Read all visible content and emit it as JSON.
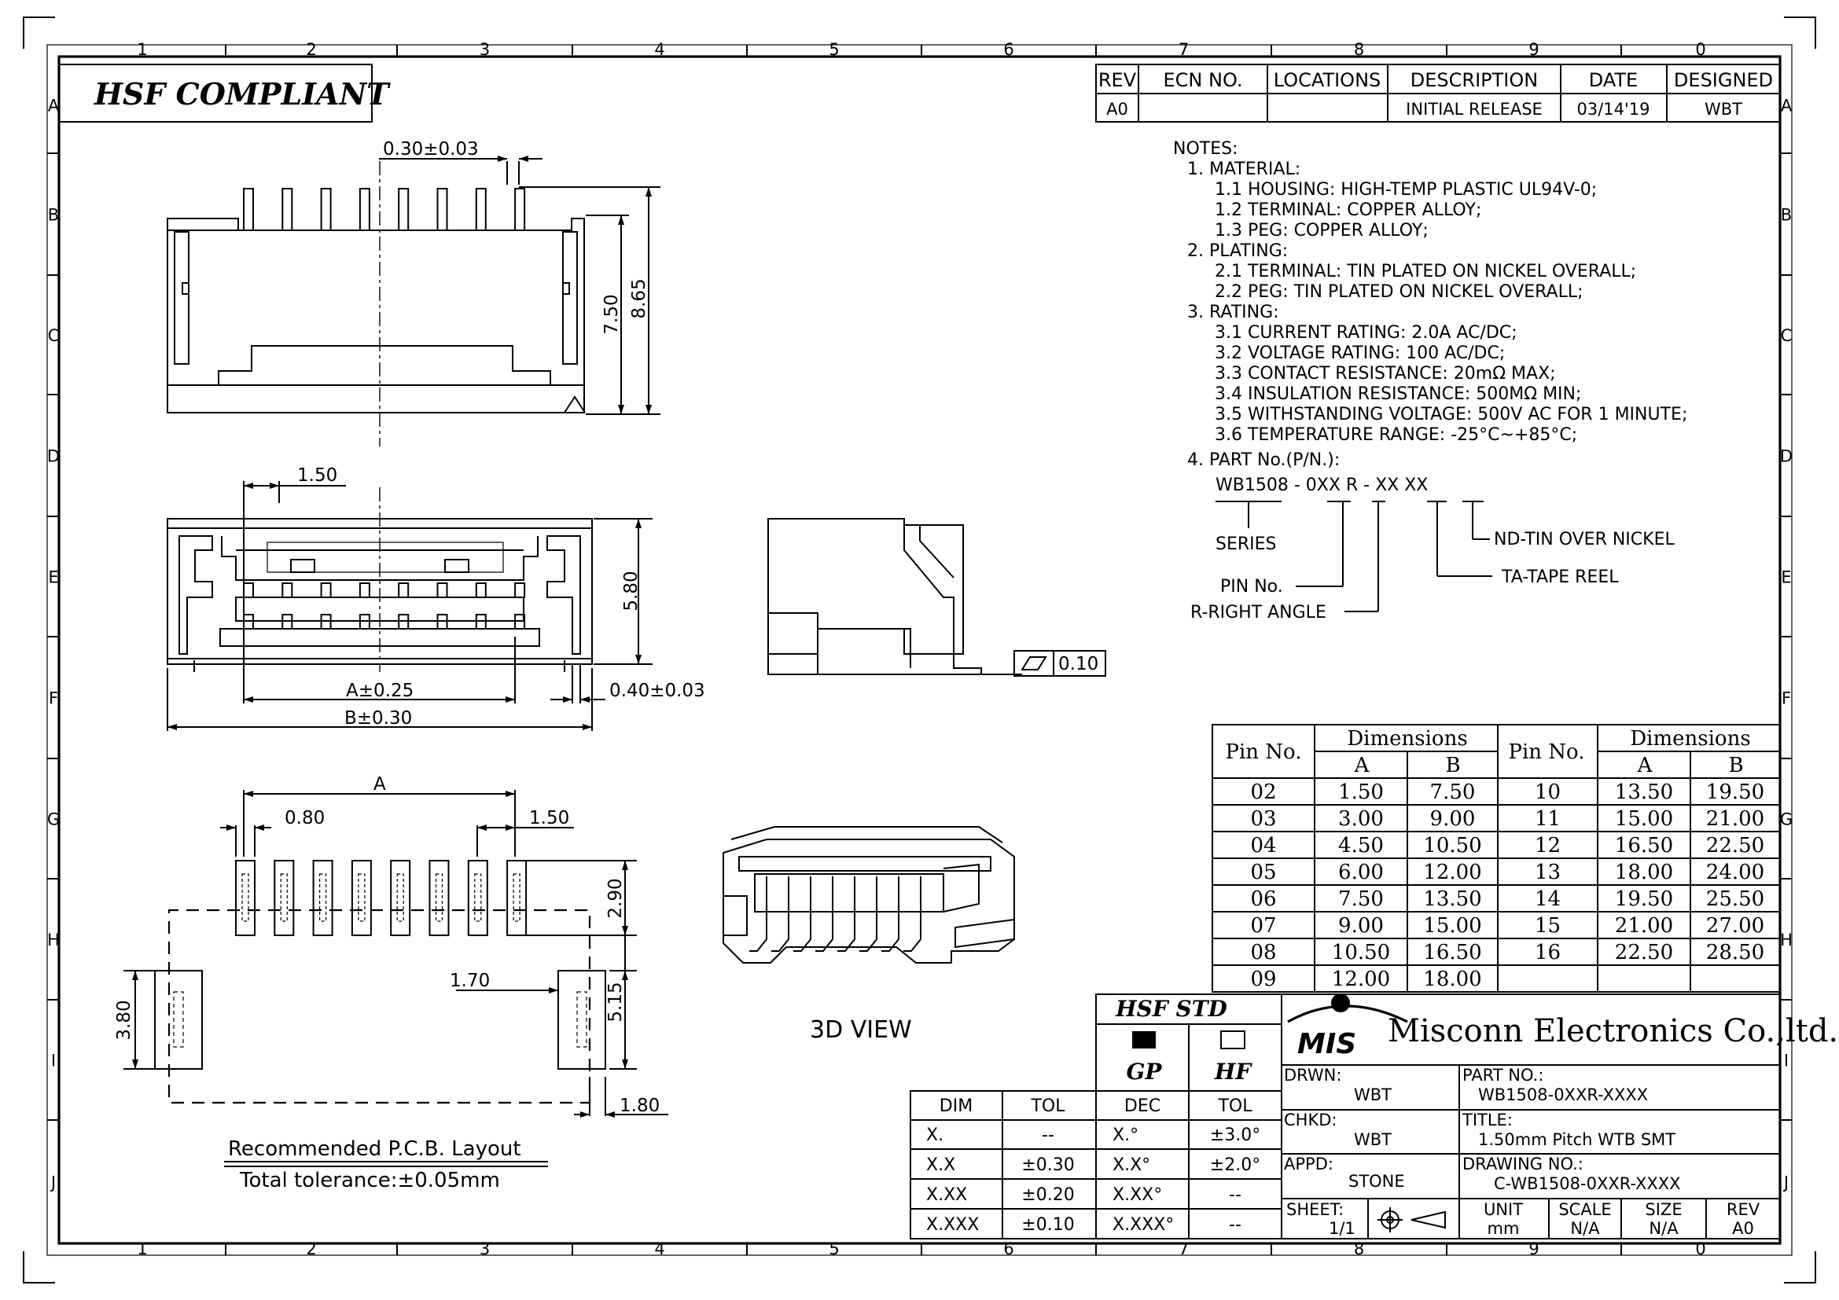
{
  "compliance_banner": "HSF COMPLIANT",
  "grid": {
    "columns": [
      "1",
      "2",
      "3",
      "4",
      "5",
      "6",
      "7",
      "8",
      "9",
      "0"
    ],
    "rows": [
      "A",
      "B",
      "C",
      "D",
      "E",
      "F",
      "G",
      "H",
      "I",
      "J"
    ]
  },
  "revision_table": {
    "headers": [
      "REV",
      "ECN NO.",
      "LOCATIONS",
      "DESCRIPTION",
      "DATE",
      "DESIGNED"
    ],
    "row": [
      "A0",
      "",
      "",
      "INITIAL RELEASE",
      "03/14'19",
      "WBT"
    ]
  },
  "notes": [
    "NOTES:",
    "1. MATERIAL:",
    "1.1 HOUSING: HIGH-TEMP PLASTIC UL94V-0;",
    "1.2 TERMINAL: COPPER ALLOY;",
    "1.3 PEG: COPPER ALLOY;",
    "2. PLATING:",
    "2.1 TERMINAL: TIN PLATED ON NICKEL OVERALL;",
    "2.2 PEG: TIN PLATED ON NICKEL OVERALL;",
    "3. RATING:",
    "3.1 CURRENT RATING: 2.0A AC/DC;",
    "3.2 VOLTAGE RATING: 100 AC/DC;",
    "3.3 CONTACT RESISTANCE: 20mΩ MAX;",
    "3.4 INSULATION RESISTANCE: 500MΩ MIN;",
    "3.5 WITHSTANDING VOLTAGE: 500V AC FOR 1 MINUTE;",
    "3.6 TEMPERATURE RANGE: -25°C~+85°C;",
    "4. PART No.(P/N.):"
  ],
  "part_number_breakdown": {
    "code": "WB1508 - 0XX R - XX XX",
    "series": "SERIES",
    "pin_no": "PIN No.",
    "angle": "R-RIGHT ANGLE",
    "plating": "ND-TIN OVER NICKEL",
    "packing": "TA-TAPE REEL"
  },
  "dimensions_top": {
    "pin_width": "0.30±0.03",
    "height_1": "7.50",
    "height_2": "8.65"
  },
  "dimensions_front": {
    "pitch": "1.50",
    "height": "5.80",
    "dim_a": "A±0.25",
    "dim_b": "B±0.30",
    "peg_width": "0.40±0.03"
  },
  "flatness": "0.10",
  "pcb_layout": {
    "dim_a": "A",
    "pad_width": "0.80",
    "pitch": "1.50",
    "pad_length": "2.90",
    "gap": "1.70",
    "peg_pad_height": "3.80",
    "row_spacing": "5.15",
    "peg_pad_width": "1.80",
    "title": "Recommended P.C.B. Layout",
    "tolerance": "Total tolerance:±0.05mm"
  },
  "view_3d_label": "3D VIEW",
  "dimension_table": {
    "pin_header": "Pin No.",
    "dim_header": "Dimensions",
    "col_a": "A",
    "col_b": "B",
    "left": [
      [
        "02",
        "1.50",
        "7.50"
      ],
      [
        "03",
        "3.00",
        "9.00"
      ],
      [
        "04",
        "4.50",
        "10.50"
      ],
      [
        "05",
        "6.00",
        "12.00"
      ],
      [
        "06",
        "7.50",
        "13.50"
      ],
      [
        "07",
        "9.00",
        "15.00"
      ],
      [
        "08",
        "10.50",
        "16.50"
      ],
      [
        "09",
        "12.00",
        "18.00"
      ]
    ],
    "right": [
      [
        "10",
        "13.50",
        "19.50"
      ],
      [
        "11",
        "15.00",
        "21.00"
      ],
      [
        "12",
        "16.50",
        "22.50"
      ],
      [
        "13",
        "18.00",
        "24.00"
      ],
      [
        "14",
        "19.50",
        "25.50"
      ],
      [
        "15",
        "21.00",
        "27.00"
      ],
      [
        "16",
        "22.50",
        "28.50"
      ],
      [
        "",
        "",
        ""
      ]
    ]
  },
  "tolerance_table": {
    "headers": [
      "DIM",
      "TOL"
    ],
    "rows": [
      [
        "X.",
        "--"
      ],
      [
        "X.X",
        "±0.30"
      ],
      [
        "X.XX",
        "±0.20"
      ],
      [
        "X.XXX",
        "±0.10"
      ]
    ]
  },
  "angle_tolerance_table": {
    "hsf_std": "HSF STD",
    "gp": "GP",
    "hf": "HF",
    "headers": [
      "DEC",
      "TOL"
    ],
    "rows": [
      [
        "X.°",
        "±3.0°"
      ],
      [
        "X.X°",
        "±2.0°"
      ],
      [
        "X.XX°",
        "--"
      ],
      [
        "X.XXX°",
        "--"
      ]
    ]
  },
  "title_block": {
    "logo": "MIS",
    "company": "Misconn Electronics Co.,ltd.",
    "drwn_label": "DRWN:",
    "drwn": "WBT",
    "chkd_label": "CHKD:",
    "chkd": "WBT",
    "appd_label": "APPD:",
    "appd": "STONE",
    "part_label": "PART NO.:",
    "part": "WB1508-0XXR-XXXX",
    "title_label": "TITLE:",
    "title": "1.50mm Pitch WTB SMT",
    "drawing_label": "DRAWING NO.:",
    "drawing": "C-WB1508-0XXR-XXXX",
    "sheet_label": "SHEET:",
    "sheet": "1/1",
    "unit_label": "UNIT",
    "unit": "mm",
    "scale_label": "SCALE",
    "scale": "N/A",
    "size_label": "SIZE",
    "size": "N/A",
    "rev_label": "REV",
    "rev": "A0"
  }
}
